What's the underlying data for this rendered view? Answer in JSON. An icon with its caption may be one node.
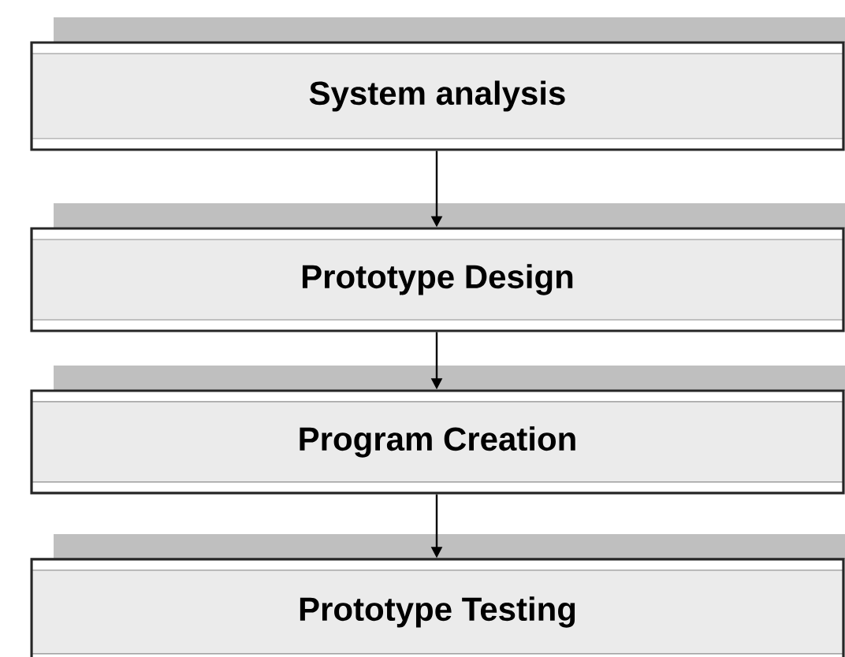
{
  "diagram": {
    "nodes": [
      {
        "text": [
          "System analysis"
        ]
      },
      {
        "text": [
          "Prototype Design"
        ]
      },
      {
        "text": [
          "Program Creation"
        ]
      },
      {
        "text": [
          "Prototype Testing"
        ]
      }
    ],
    "edges": [
      {
        "from": 0,
        "to": 1,
        "arrow": "to"
      },
      {
        "from": 1,
        "to": 2,
        "arrow": "to"
      },
      {
        "from": 2,
        "to": 3,
        "arrow": "to"
      }
    ]
  }
}
